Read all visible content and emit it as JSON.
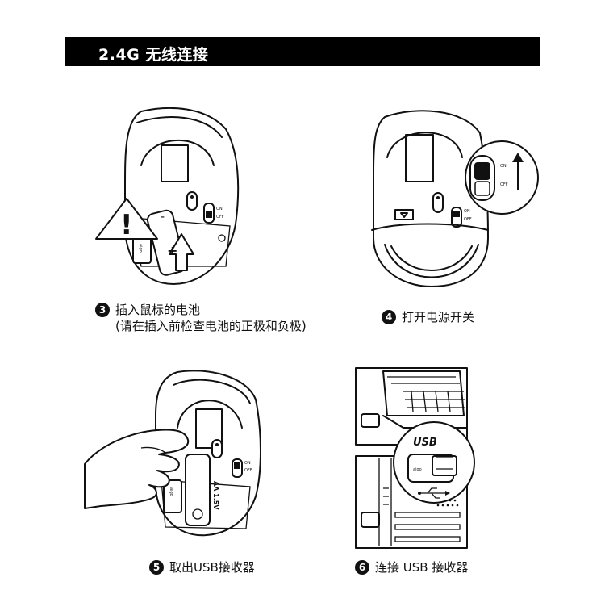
{
  "header": {
    "title": "2.4G 无线连接"
  },
  "steps": [
    {
      "num": "3",
      "text": "插入鼠标的电池",
      "note": "(请在插入前检查电池的正极和负极)"
    },
    {
      "num": "4",
      "text": "打开电源开关"
    },
    {
      "num": "5",
      "text": "取出USB接收器"
    },
    {
      "num": "6",
      "text": "连接 USB 接收器"
    }
  ],
  "illustrations": {
    "battery_mark_minus": "-",
    "battery_mark_plus": "+",
    "warning_mark": "!",
    "brand_mark": "aigo",
    "switch_on": "ON",
    "switch_off": "OFF",
    "battery_label": "AA 1.5V",
    "usb_label": "USB"
  },
  "colors": {
    "header_bg": "#000000",
    "header_text": "#ffffff",
    "line": "#111111"
  }
}
